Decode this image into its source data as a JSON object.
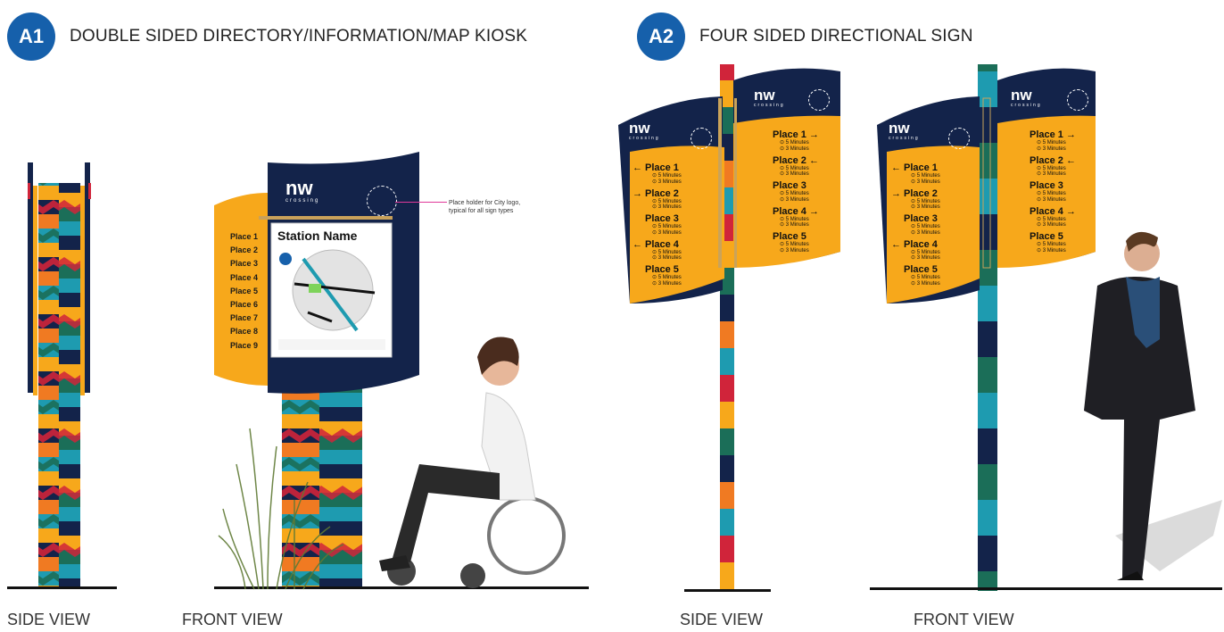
{
  "a1": {
    "badge": "A1",
    "title": "DOUBLE SIDED DIRECTORY/INFORMATION/MAP KIOSK",
    "side_label": "SIDE VIEW",
    "front_label": "FRONT VIEW"
  },
  "a2": {
    "badge": "A2",
    "title": "FOUR SIDED DIRECTIONAL SIGN",
    "side_label": "SIDE VIEW",
    "front_label": "FRONT VIEW"
  },
  "kiosk": {
    "logo": "nw",
    "logo_sub": "crossing",
    "station_name": "Station Name",
    "places": [
      "Place 1",
      "Place 2",
      "Place 3",
      "Place 4",
      "Place 5",
      "Place 6",
      "Place 7",
      "Place 8",
      "Place 9"
    ],
    "note": "Place holder for City logo, typical for all sign types"
  },
  "directional": {
    "logo": "nw",
    "logo_sub": "crossing",
    "left_panel": [
      {
        "name": "Place 1",
        "arrow": "←"
      },
      {
        "name": "Place 2",
        "arrow": "→"
      },
      {
        "name": "Place 3",
        "arrow": ""
      },
      {
        "name": "Place 4",
        "arrow": "←"
      },
      {
        "name": "Place 5",
        "arrow": ""
      }
    ],
    "right_panel": [
      {
        "name": "Place 1",
        "arrow": "→"
      },
      {
        "name": "Place 2",
        "arrow": "←"
      },
      {
        "name": "Place 3",
        "arrow": ""
      },
      {
        "name": "Place 4",
        "arrow": "→"
      },
      {
        "name": "Place 5",
        "arrow": ""
      }
    ],
    "walk": "5 Minutes",
    "bike": "3 Minutes"
  },
  "colors": {
    "navy": "#13234a",
    "gold": "#f7a81b",
    "teal": "#1e9bb0",
    "orange": "#f07a22",
    "red": "#d0243a",
    "green": "#1b6e58",
    "blue_badge": "#1660ab"
  }
}
